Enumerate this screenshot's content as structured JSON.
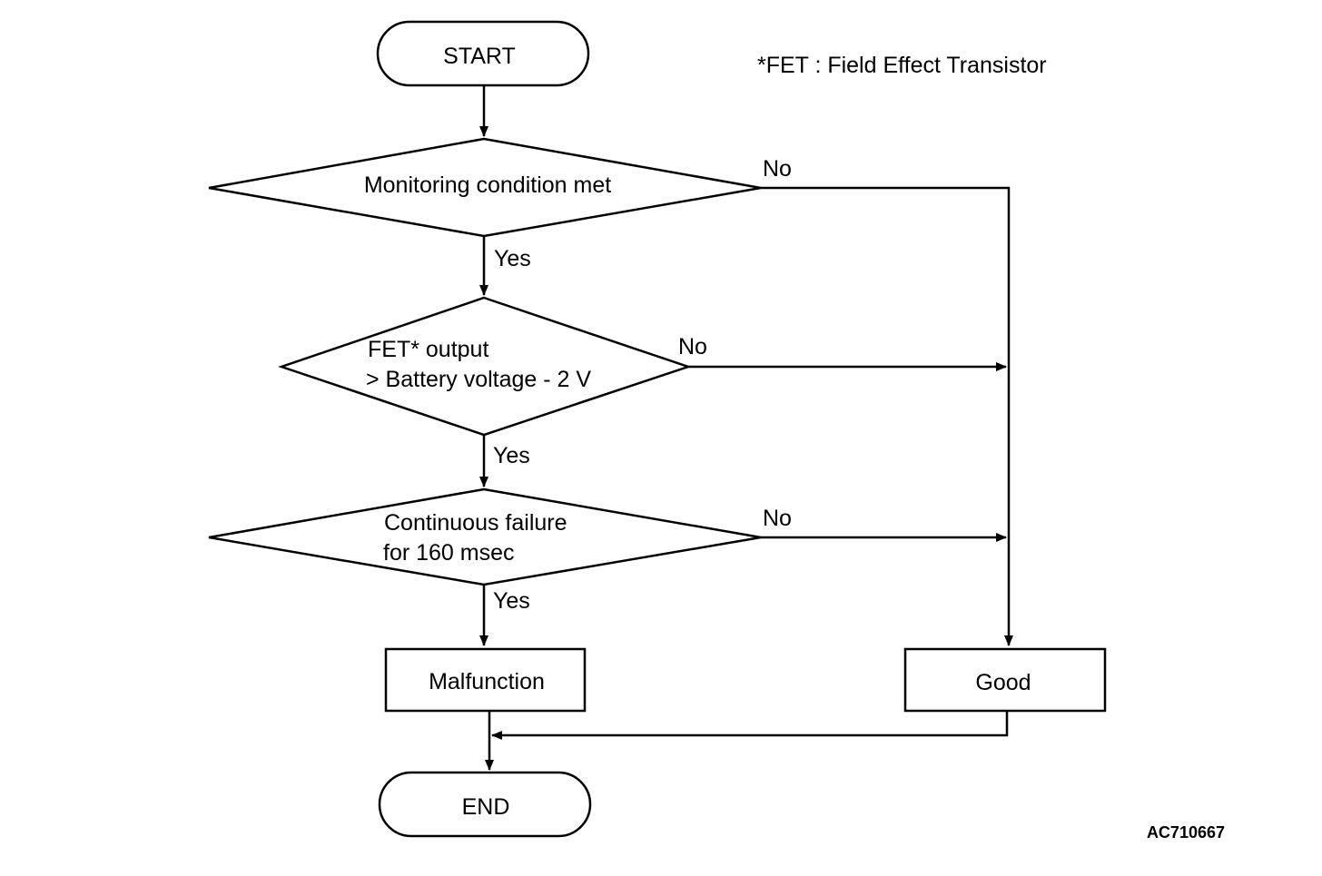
{
  "note": "*FET : Field Effect Transistor",
  "code": "AC710667",
  "nodes": {
    "start": "START",
    "decision1": "Monitoring condition met",
    "decision2_line1": "FET* output",
    "decision2_line2": "> Battery voltage - 2 V",
    "decision3_line1": "Continuous failure",
    "decision3_line2": "for 160 msec",
    "malfunction": "Malfunction",
    "good": "Good",
    "end": "END"
  },
  "edges": {
    "d1_yes": "Yes",
    "d1_no": "No",
    "d2_yes": "Yes",
    "d2_no": "No",
    "d3_yes": "Yes",
    "d3_no": "No"
  }
}
